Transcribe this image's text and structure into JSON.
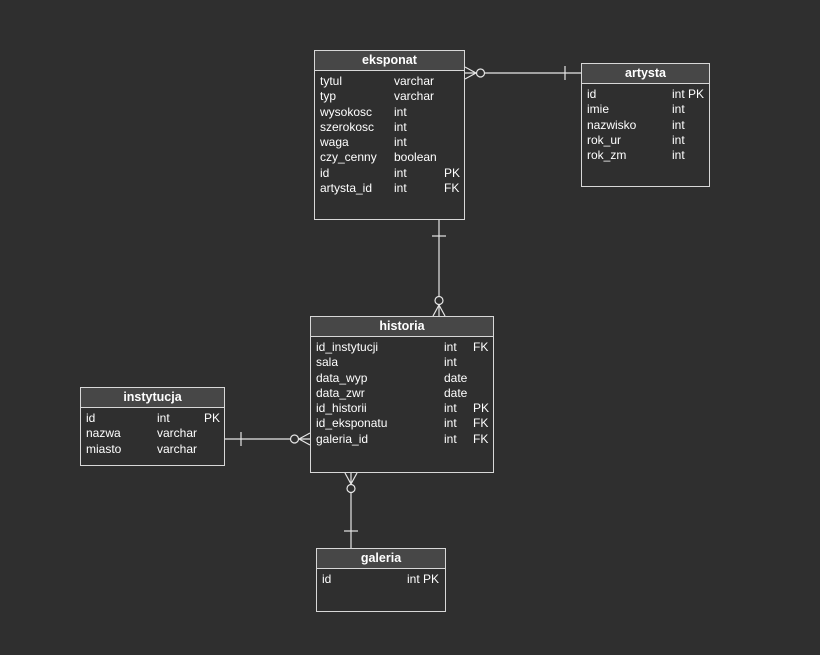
{
  "diagram": {
    "background": "#2f2f2f",
    "line_color": "#e6e6e6",
    "entities": {
      "eksponat": {
        "title": "eksponat",
        "rows": [
          {
            "name": "tytul",
            "type": "varchar",
            "key": ""
          },
          {
            "name": "typ",
            "type": "varchar",
            "key": ""
          },
          {
            "name": "wysokosc",
            "type": "int",
            "key": ""
          },
          {
            "name": "szerokosc",
            "type": "int",
            "key": ""
          },
          {
            "name": "waga",
            "type": "int",
            "key": ""
          },
          {
            "name": "czy_cenny",
            "type": "boolean",
            "key": ""
          },
          {
            "name": "id",
            "type": "int",
            "key": "PK"
          },
          {
            "name": "artysta_id",
            "type": "int",
            "key": "FK"
          }
        ]
      },
      "artysta": {
        "title": "artysta",
        "rows": [
          {
            "name": "id",
            "type": "int PK",
            "key": ""
          },
          {
            "name": "imie",
            "type": "int",
            "key": ""
          },
          {
            "name": "nazwisko",
            "type": "int",
            "key": ""
          },
          {
            "name": "rok_ur",
            "type": "int",
            "key": ""
          },
          {
            "name": "rok_zm",
            "type": "int",
            "key": ""
          }
        ]
      },
      "historia": {
        "title": "historia",
        "rows": [
          {
            "name": "id_instytucji",
            "type": "int",
            "key": "FK"
          },
          {
            "name": "sala",
            "type": "int",
            "key": ""
          },
          {
            "name": "data_wyp",
            "type": "date",
            "key": ""
          },
          {
            "name": "data_zwr",
            "type": "date",
            "key": ""
          },
          {
            "name": "id_historii",
            "type": "int",
            "key": "PK"
          },
          {
            "name": "id_eksponatu",
            "type": "int",
            "key": "FK"
          },
          {
            "name": "galeria_id",
            "type": "int",
            "key": "FK"
          }
        ]
      },
      "instytucja": {
        "title": "instytucja",
        "rows": [
          {
            "name": "id",
            "type": "int",
            "key": "PK"
          },
          {
            "name": "nazwa",
            "type": "varchar",
            "key": ""
          },
          {
            "name": "miasto",
            "type": "varchar",
            "key": ""
          }
        ]
      },
      "galeria": {
        "title": "galeria",
        "rows": [
          {
            "name": "id",
            "type": "int PK",
            "key": ""
          }
        ]
      }
    },
    "relationships": [
      {
        "from": "eksponat",
        "to": "artysta",
        "from_end": "zero-or-many",
        "to_end": "one"
      },
      {
        "from": "eksponat",
        "to": "historia",
        "from_end": "one",
        "to_end": "zero-or-many"
      },
      {
        "from": "instytucja",
        "to": "historia",
        "from_end": "one",
        "to_end": "zero-or-many"
      },
      {
        "from": "historia",
        "to": "galeria",
        "from_end": "zero-or-many",
        "to_end": "one"
      }
    ]
  }
}
